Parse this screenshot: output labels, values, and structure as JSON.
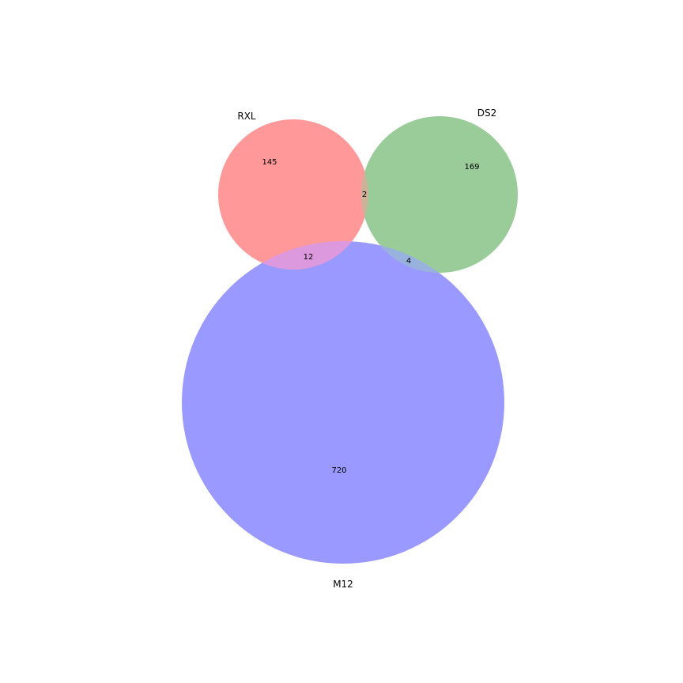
{
  "diagram": {
    "type": "venn3",
    "sets": [
      {
        "id": "rxl",
        "label": "RXL",
        "color": "#ff9999"
      },
      {
        "id": "ds2",
        "label": "DS2",
        "color": "#99cc99"
      },
      {
        "id": "m12",
        "label": "M12",
        "color": "#9999ff"
      }
    ],
    "regions": {
      "rxl_only": "145",
      "ds2_only": "169",
      "m12_only": "720",
      "rxl_ds2": "2",
      "rxl_m12": "12",
      "ds2_m12": "4"
    },
    "overlap_colors": {
      "rxl_ds2": "#ccb299",
      "rxl_m12": "#dd99dd",
      "ds2_m12": "#99b2dd"
    }
  }
}
